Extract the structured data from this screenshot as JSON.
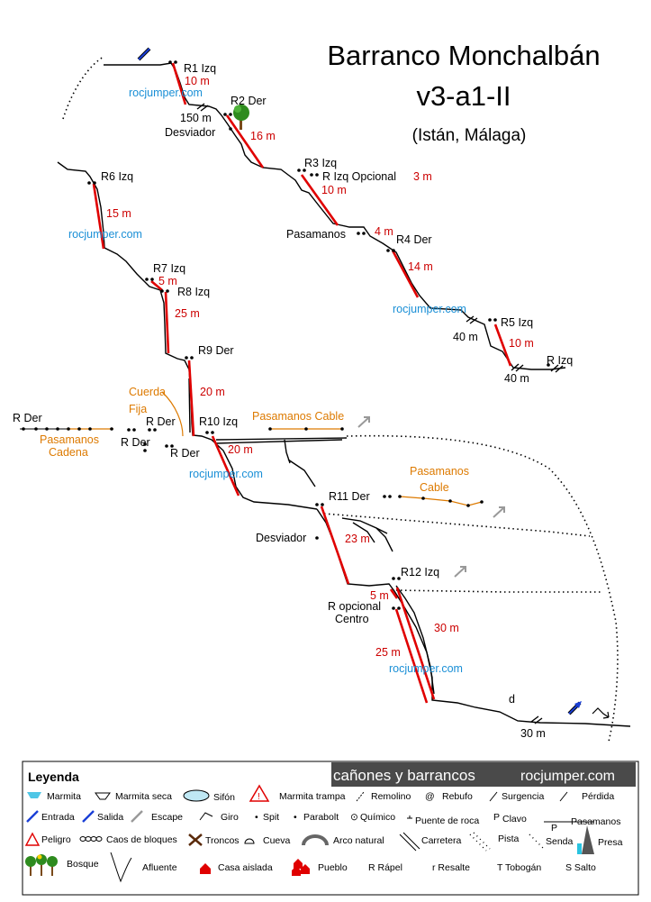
{
  "header": {
    "title": "Barranco Monchalbán",
    "grade": "v3-a1-II",
    "location": "(Istán, Málaga)"
  },
  "watermark": "rocjumper.com",
  "labels": {
    "r1": "R1 Izq",
    "r1_len": "10 m",
    "r2": "R2 Der",
    "r2_len": "16 m",
    "d150": "150 m",
    "desviador1": "Desviador",
    "r3": "R3 Izq",
    "r3_opt": "R Izq Opcional",
    "r3_opt_len": "3 m",
    "r3_len": "10 m",
    "pasamanos": "Pasamanos",
    "pas_len": "4 m",
    "r4": "R4 Der",
    "r4_len": "14 m",
    "r5": "R5 Izq",
    "r5_len": "10 m",
    "d40a": "40 m",
    "d40b": "40 m",
    "rizq": "R Izq",
    "r6": "R6 Izq",
    "r6_len": "15 m",
    "r7": "R7 Izq",
    "r7_len": "5 m",
    "r8": "R8 Izq",
    "r8_len": "25 m",
    "r9": "R9 Der",
    "r9_len": "20 m",
    "cuerda1": "Cuerda",
    "cuerda2": "Fija",
    "rder_far": "R Der",
    "rder_a": "R Der",
    "rder_b": "R Der",
    "rder_c": "R Der",
    "pas_cad1": "Pasamanos",
    "pas_cad2": "Cadena",
    "r10": "R10  Izq",
    "r10_len": "20 m",
    "pas_cable_top": "Pasamanos Cable",
    "r11": "R11  Der",
    "r11_len": "23 m",
    "pas_cable2a": "Pasamanos",
    "pas_cable2b": "Cable",
    "desviador2": "Desviador",
    "r12": "R12  Izq",
    "r12_len": "30 m",
    "r12_short": "5 m",
    "ropc1": "R opcional",
    "ropc2": "Centro",
    "ropc_len": "25 m",
    "d_small": "d",
    "d30": "30 m"
  },
  "legend": {
    "title": "Leyenda",
    "banner": "cañones y barrancos",
    "banner_site": "rocjumper.com",
    "items": {
      "marmita": "Marmita",
      "marmita_seca": "Marmita seca",
      "sifon": "Sifón",
      "marmita_trampa": "Marmita trampa",
      "remolino": "Remolino",
      "rebufo": "Rebufo",
      "surgencia": "Surgencia",
      "perdida": "Pérdida",
      "entrada": "Entrada",
      "salida": "Salida",
      "escape": "Escape",
      "giro": "Giro",
      "spit": "Spit",
      "parabolt": "Parabolt",
      "quimico": "Químico",
      "puente": "Puente de roca",
      "clavo": "Clavo",
      "pasamanos": "Pasamanos",
      "peligro": "Peligro",
      "caos": "Caos de bloques",
      "troncos": "Troncos",
      "cueva": "Cueva",
      "arco": "Arco natural",
      "carretera": "Carretera",
      "pista": "Pista",
      "senda": "Senda",
      "presa": "Presa",
      "bosque": "Bosque",
      "afluente": "Afluente",
      "casa": "Casa aislada",
      "pueblo": "Pueblo",
      "rapel": "R Rápel",
      "resalte": "r Resalte",
      "tobogan": "T Tobogán",
      "salto": "S Salto",
      "spit_glyph": "•",
      "parabolt_glyph": "•",
      "quimico_glyph": "⊙",
      "rebufo_glyph": "@",
      "clavo_glyph": "P",
      "pas_glyph": "P"
    }
  },
  "colors": {
    "rappel": "#e00000",
    "length": "#cc0000",
    "watermark": "#1a8fd6",
    "handline": "#dd7a00",
    "entry_arrow": "#1a3fd6",
    "escape_arrow": "#999999"
  }
}
